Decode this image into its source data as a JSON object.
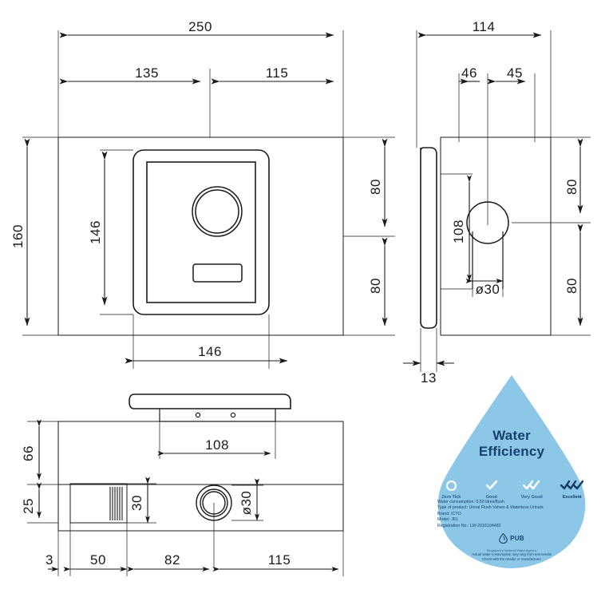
{
  "drawing": {
    "type": "orthographic-technical-drawing",
    "units": "mm",
    "line_color": "#1a1a1a",
    "views": [
      "front",
      "side",
      "bottom"
    ],
    "dimensions": {
      "front_overall_width": "250",
      "front_split_left": "135",
      "front_split_right": "115",
      "front_overall_height": "160",
      "plate_height": "146",
      "plate_width": "146",
      "side_overall_width": "114",
      "side_split_left": "46",
      "side_split_right": "45",
      "side_height_top": "80",
      "side_height_bottom": "80",
      "mid_height_top": "80",
      "mid_height_bottom": "80",
      "side_center_height": "108",
      "side_hole_dia": "ø30",
      "thickness": "13",
      "bottom_center_span": "108",
      "bottom_inlet_height": "30",
      "bottom_hole_dia": "ø30",
      "bottom_chain_a": "3",
      "bottom_chain_b": "50",
      "bottom_chain_c": "82",
      "bottom_chain_d": "115"
    }
  },
  "water_label": {
    "title_line1": "Water",
    "title_line2": "Efficiency",
    "ratings": [
      {
        "label": "Zero Tick",
        "ticks": 0,
        "selected": false
      },
      {
        "label": "Good",
        "ticks": 1,
        "selected": false
      },
      {
        "label": "Very Good",
        "ticks": 2,
        "selected": false
      },
      {
        "label": "Excellent",
        "ticks": 3,
        "selected": true
      }
    ],
    "details": [
      "Water consumption: 0.50 litres/flush",
      "Type of product: Urinal Flush Valves & Waterless Urinals",
      "Brand: ICTO",
      "Model: J61",
      "Registration No.: LW-2016104482"
    ],
    "brand_name": "PUB",
    "brand_tagline": "Singapore's National Water Agency",
    "footnote_line1": "Actual water consumption may vary from test results",
    "footnote_line2": "Check with the retailer or manufacturer",
    "colors": {
      "droplet": "#8cc7e8",
      "text": "#16406e",
      "tick_selected": "#123a63",
      "tick_unselected": "#ffffff"
    }
  }
}
